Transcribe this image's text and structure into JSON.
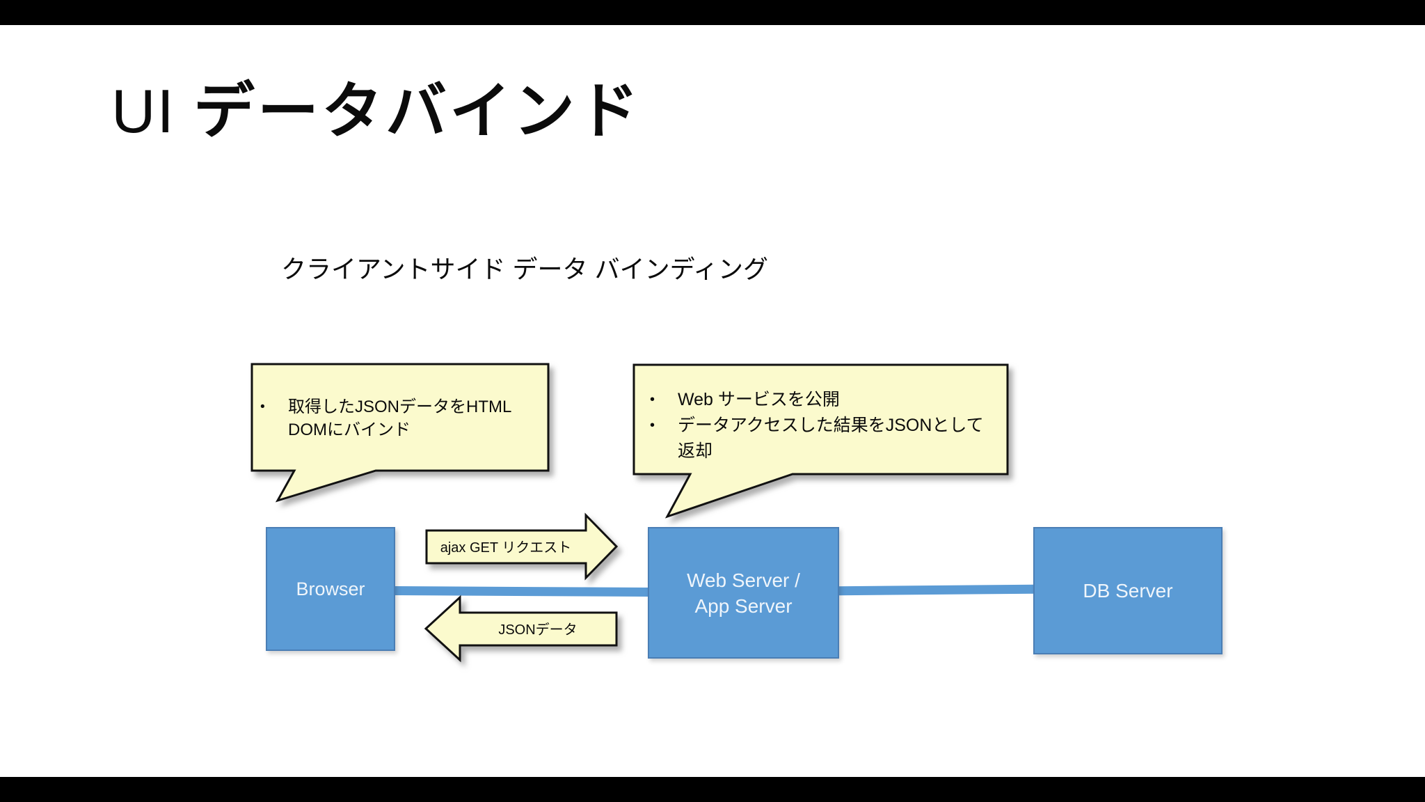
{
  "slide": {
    "title_prefix": "UI",
    "title_main": "データバインド",
    "subtitle": "クライアントサイド データ バインディング",
    "bullet_char": "•"
  },
  "callouts": {
    "client": {
      "bullets": [
        "取得したJSONデータをHTML DOMにバインド"
      ]
    },
    "server": {
      "bullets": [
        "Web サービスを公開",
        "データアクセスした結果をJSONとして返却"
      ]
    }
  },
  "nodes": {
    "browser": {
      "label": "Browser"
    },
    "webserver": {
      "line1": "Web Server /",
      "line2": "App Server"
    },
    "dbserver": {
      "label": "DB Server"
    }
  },
  "arrows": {
    "request": {
      "label": "ajax GET リクエスト"
    },
    "response": {
      "label": "JSONデータ"
    }
  },
  "colors": {
    "node_fill": "#5B9BD5",
    "node_border": "#4A7EB5",
    "callout_fill": "#FBFACD",
    "outline": "#111111",
    "background": "#FFFFFF",
    "letterbox_bar": "#000000"
  }
}
